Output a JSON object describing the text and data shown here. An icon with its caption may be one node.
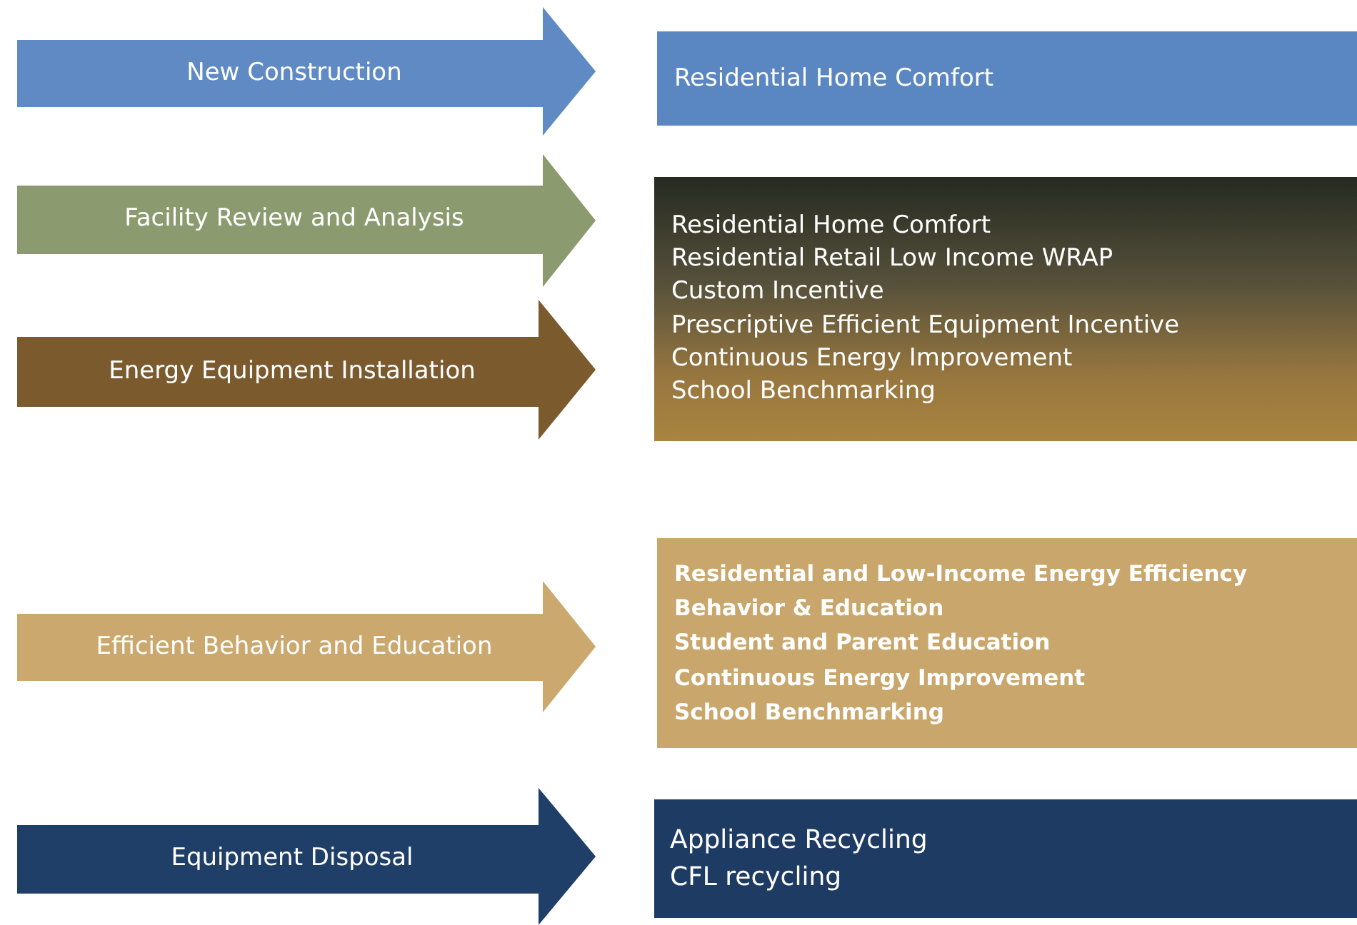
{
  "diagram": {
    "nodes": [
      {
        "text": [
          "New Construction"
        ]
      },
      {
        "text": [
          "Facility Review and Analysis"
        ]
      },
      {
        "text": [
          "Energy Equipment Installation"
        ]
      },
      {
        "text": [
          "Efficient Behavior and Education"
        ]
      },
      {
        "text": [
          "Equipment Disposal"
        ]
      },
      {
        "text": [
          "Residential Home Comfort"
        ]
      },
      {
        "text": [
          "Residential Home Comfort",
          "Residential Retail Low Income WRAP",
          "Custom Incentive",
          "Prescriptive Efficient Equipment Incentive",
          "Continuous Energy Improvement",
          "School Benchmarking"
        ]
      },
      {
        "text": [
          "Residential and Low-Income Energy Efficiency",
          "Behavior & Education",
          "Student and Parent Education",
          "Continuous Energy Improvement",
          "School Benchmarking"
        ]
      },
      {
        "text": [
          "Appliance Recycling",
          "CFL recycling"
        ]
      }
    ]
  }
}
